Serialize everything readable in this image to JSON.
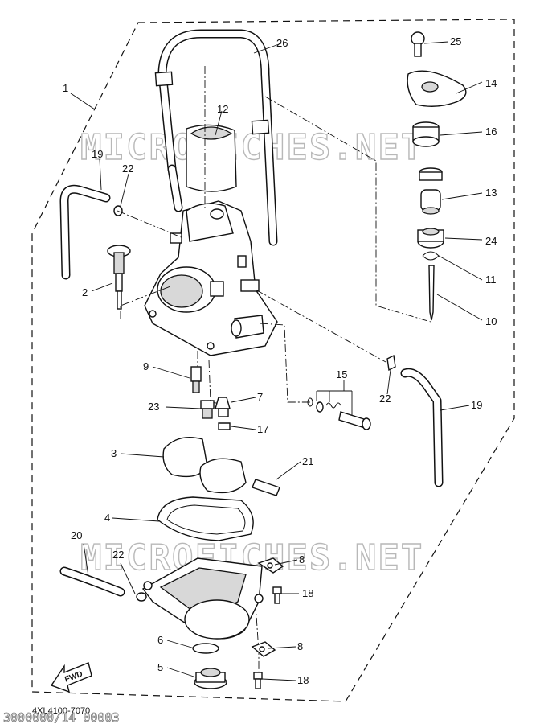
{
  "diagram": {
    "code": "4XL4100-7070",
    "watermark": "MICROFICHES.NET",
    "footer": "3000000/14 00003",
    "fwd_label": "FWD",
    "callouts": {
      "c1": "1",
      "c2": "2",
      "c3": "3",
      "c4": "4",
      "c5": "5",
      "c6": "6",
      "c7": "7",
      "c8a": "8",
      "c8b": "8",
      "c9": "9",
      "c10": "10",
      "c11": "11",
      "c12": "12",
      "c13": "13",
      "c14": "14",
      "c15": "15",
      "c16": "16",
      "c17": "17",
      "c18a": "18",
      "c18b": "18",
      "c19a": "19",
      "c19b": "19",
      "c20": "20",
      "c21": "21",
      "c22a": "22",
      "c22b": "22",
      "c22c": "22",
      "c23": "23",
      "c24": "24",
      "c25": "25",
      "c26": "26"
    }
  }
}
